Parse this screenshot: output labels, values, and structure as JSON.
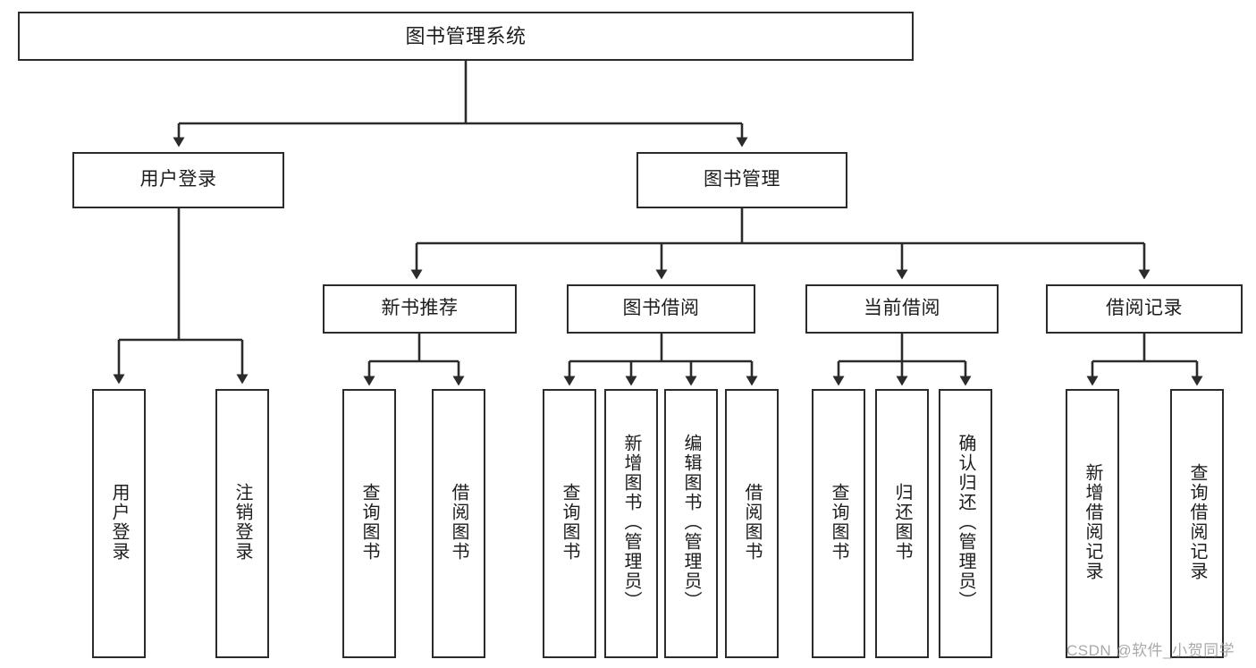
{
  "diagram": {
    "type": "tree-hierarchy",
    "title": "图书管理系统",
    "style": {
      "stroke": "#2b2b2b",
      "fill": "#ffffff",
      "text": "#1d1d1d",
      "watermark_color": "#9b9b9b"
    },
    "nodes": {
      "root": {
        "label": "图书管理系统"
      },
      "level2": [
        {
          "id": "user-login",
          "label": "用户登录"
        },
        {
          "id": "book-management",
          "label": "图书管理"
        }
      ],
      "level3": [
        {
          "id": "new-book-recommend",
          "label": "新书推荐"
        },
        {
          "id": "book-borrow",
          "label": "图书借阅"
        },
        {
          "id": "current-borrow",
          "label": "当前借阅"
        },
        {
          "id": "borrow-record",
          "label": "借阅记录"
        }
      ],
      "leaves": {
        "user-login": [
          {
            "id": "leaf-user-login",
            "label": "用户登录"
          },
          {
            "id": "leaf-logout",
            "label": "注销登录"
          }
        ],
        "new-book-recommend": [
          {
            "id": "leaf-query-book-1",
            "label": "查询图书"
          },
          {
            "id": "leaf-borrow-book-1",
            "label": "借阅图书"
          }
        ],
        "book-borrow": [
          {
            "id": "leaf-query-book-2",
            "label": "查询图书"
          },
          {
            "id": "leaf-add-book",
            "label": "新增图书（管理员）"
          },
          {
            "id": "leaf-edit-book",
            "label": "编辑图书（管理员）"
          },
          {
            "id": "leaf-borrow-book-2",
            "label": "借阅图书"
          }
        ],
        "current-borrow": [
          {
            "id": "leaf-query-book-3",
            "label": "查询图书"
          },
          {
            "id": "leaf-return-book",
            "label": "归还图书"
          },
          {
            "id": "leaf-confirm-return",
            "label": "确认归还（管理员）"
          }
        ],
        "borrow-record": [
          {
            "id": "leaf-add-record",
            "label": "新增借阅记录"
          },
          {
            "id": "leaf-query-record",
            "label": "查询借阅记录"
          }
        ]
      }
    },
    "watermark": "CSDN @软件_小贺同学"
  }
}
